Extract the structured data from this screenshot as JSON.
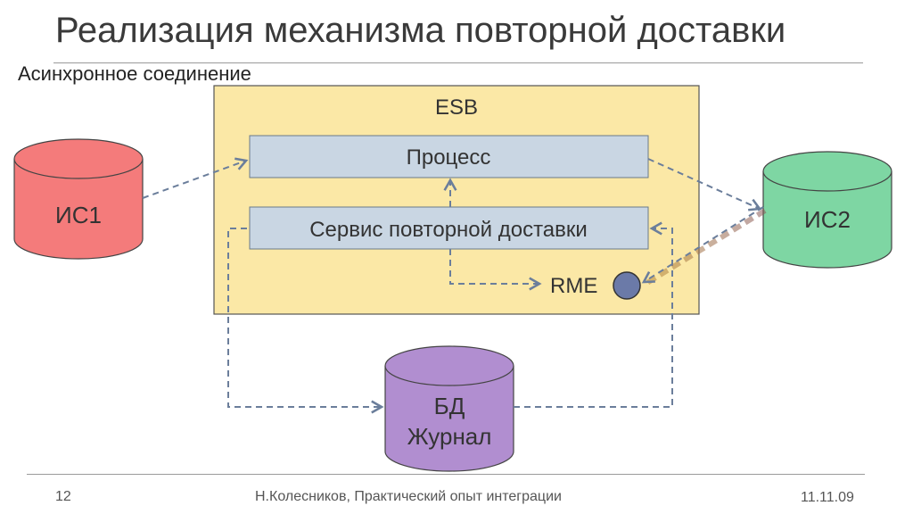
{
  "slide": {
    "title": "Реализация механизма повторной доставки",
    "subtitle": "Асинхронное соединение"
  },
  "diagram": {
    "esb_label": "ESB",
    "process_label": "Процесс",
    "resend_service_label": "Сервис повторной доставки",
    "rme_label": "RME",
    "is1_label": "ИС1",
    "is2_label": "ИС2",
    "db_label_line1": "БД",
    "db_label_line2": "Журнал",
    "colors": {
      "esb_fill": "#fbe8a6",
      "box_fill": "#c9d6e3",
      "is1_fill": "#f47b7b",
      "is2_fill": "#7ed6a3",
      "db_fill": "#b18ed0",
      "arrow": "#6b7e9b",
      "rme_circle": "#6b7aa8"
    }
  },
  "footer": {
    "page_number": "12",
    "author": "Н.Колесников, Практический опыт интеграции",
    "date": "11.11.09"
  }
}
